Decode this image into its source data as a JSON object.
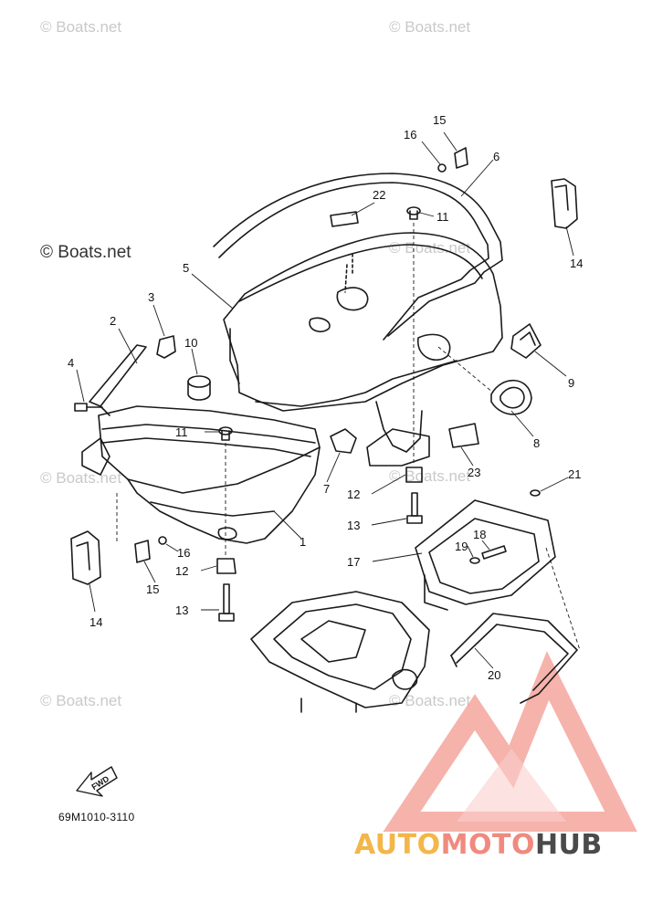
{
  "watermarks": {
    "top_left": "© Boats.net",
    "top_right": "© Boats.net",
    "main": "© Boats.net",
    "mid_right": "© Boats.net",
    "mid_left": "© Boats.net",
    "mid_center": "© Boats.net",
    "lower_left": "© Boats.net",
    "lower_center": "© Boats.net"
  },
  "callouts": {
    "n1": "1",
    "n2": "2",
    "n3": "3",
    "n4": "4",
    "n5": "5",
    "n6": "6",
    "n7": "7",
    "n8": "8",
    "n9": "9",
    "n10": "10",
    "n11a": "11",
    "n11b": "11",
    "n12a": "12",
    "n12b": "12",
    "n13a": "13",
    "n13b": "13",
    "n14a": "14",
    "n14b": "14",
    "n15a": "15",
    "n15b": "15",
    "n16a": "16",
    "n16b": "16",
    "n17": "17",
    "n18": "18",
    "n19": "19",
    "n20": "20",
    "n21": "21",
    "n22": "22",
    "n23": "23"
  },
  "fwd_label": "FWD",
  "diagram_code": "69M1010-3110",
  "brand": {
    "part1": "AUTO",
    "part2": "MOTO",
    "part3": "HUB"
  },
  "colors": {
    "brand_yellow": "#f3b64a",
    "brand_red": "#f08a7f",
    "brand_gray": "#4a4a4a",
    "line": "#1a1a1a"
  }
}
